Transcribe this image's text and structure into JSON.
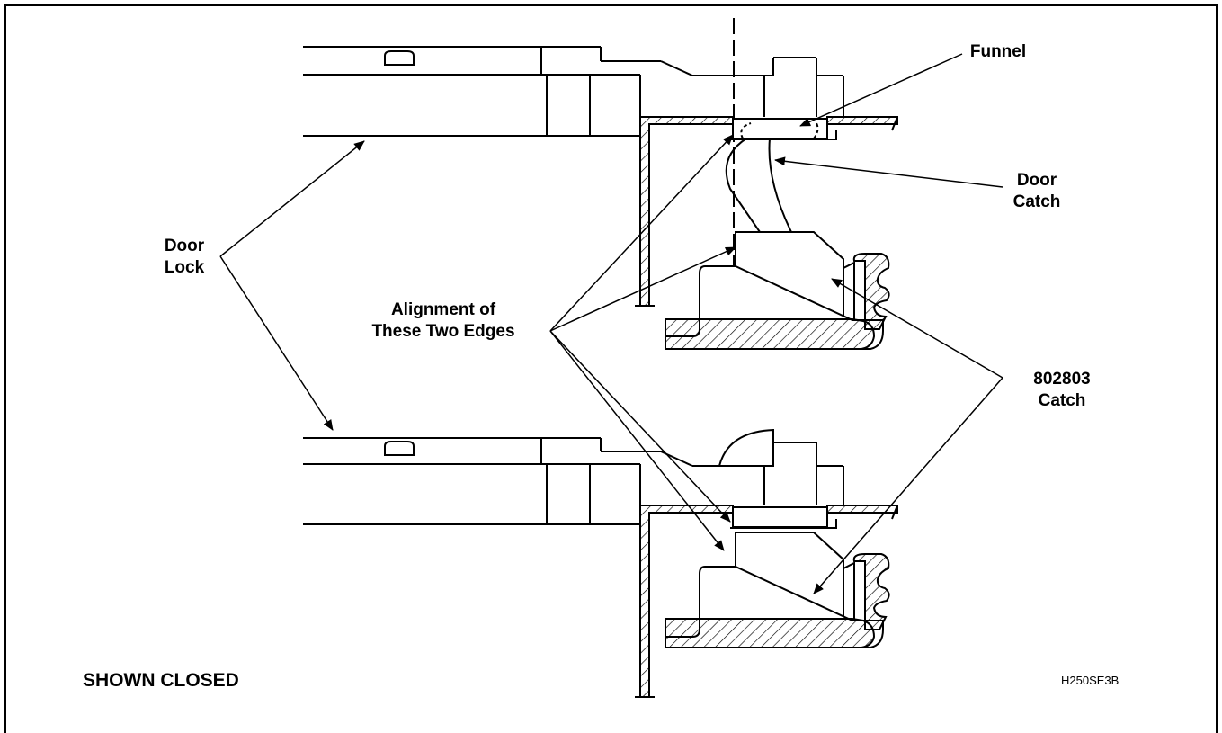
{
  "labels": {
    "funnel": "Funnel",
    "door_catch": [
      "Door",
      "Catch"
    ],
    "door_lock": [
      "Door",
      "Lock"
    ],
    "alignment": [
      "Alignment of",
      "These Two Edges"
    ],
    "catch_part": [
      "802803",
      "Catch"
    ],
    "shown_closed": "SHOWN CLOSED",
    "figure_code": "H250SE3B"
  },
  "colors": {
    "line": "#000000",
    "background": "#ffffff"
  }
}
